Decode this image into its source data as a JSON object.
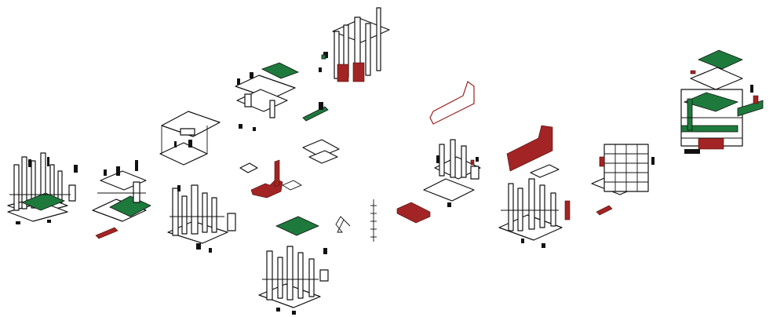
{
  "palette": {
    "ink": "#111111",
    "paper": "#ffffff",
    "accent_green": "#1e7a3c",
    "accent_red": "#a32424",
    "accent_red_outline": "#9a2222"
  },
  "diagram": {
    "kind": "exploded axonometric architectural components",
    "components": [
      "tower-cluster-1",
      "exploded-slabs-1",
      "red-bar-1",
      "open-frame-1",
      "tower-cluster-2",
      "floating-block-1",
      "green-slab-stack",
      "small-plates",
      "tower-cluster-3",
      "red-stair-wall",
      "green-floating-slab",
      "tower-cluster-4",
      "squiggle",
      "vertical-ladder",
      "red-floor-plate",
      "red-outline-wall",
      "tower-cluster-5",
      "red-solid-wall",
      "tower-cluster-6",
      "tower-cluster-7",
      "final-assembly"
    ]
  }
}
